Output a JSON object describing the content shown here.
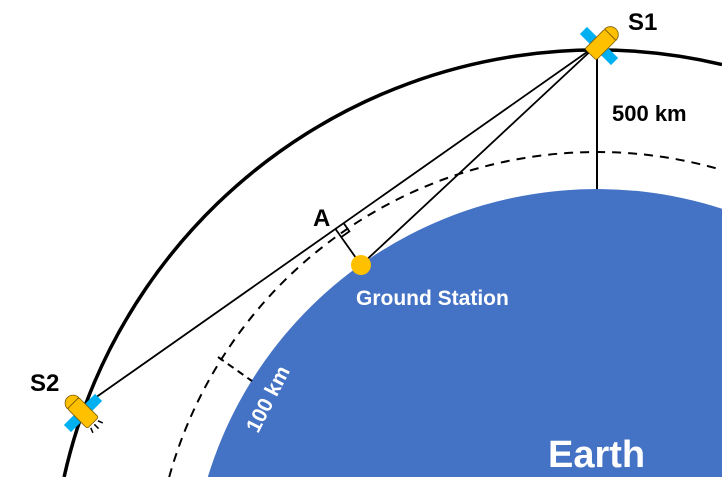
{
  "labels": {
    "s1": "S1",
    "s2": "S2",
    "point_a": "A",
    "orbit_altitude": "500 km",
    "atmosphere_height": "100 km",
    "ground_station": "Ground Station",
    "earth": "Earth"
  },
  "colors": {
    "earth": "#4472C4",
    "ground_station": "#FFC000",
    "satellite_body": "#FFC000",
    "solar_panel": "#00B0F0",
    "line": "#000000"
  }
}
